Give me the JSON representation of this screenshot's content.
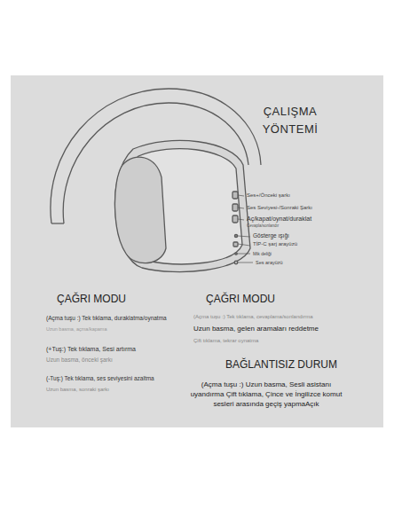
{
  "diagram": {
    "title": "ÇALIŞMA YÖNTEMİ",
    "labels": [
      "Ses+/Önceki şarkı",
      "Ses Seviyesi-/Sonraki Şarkı",
      "Aç/kapat/oynat/duraklat",
      "Cevapla/sonlandır",
      "Gösterge ışığı",
      "TİP-C şarj arayüzü",
      "Mik deliği",
      "Ses arayüzü",
      "ÇAĞRI MODU",
      "(Açma tuşu :) Tek tıklama, duraklatma/oynatma",
      "Uzun basma, açma/kapama",
      "(+Tuş:) Tek tıklama, Sesi artırma",
      "Uzun basma, önceki şarkı",
      "(-Tuş:) Tek tıklama, ses seviyesini azaltma",
      "Uzun basma, sonraki şarkı",
      "ÇAĞRI MODU",
      "(Açma tuşu :) Tek tıklama, cevaplama/sonlandırma",
      "Uzun basma, gelen aramaları reddetme",
      "Çift tıklama, tekrar oynatma",
      "BAĞLANTISIZ DURUM",
      "(Açma tuşu :) Uzun basma, Sesli asistanı uyandırma Çift tıklama, Çince ve İngilizce komut sesleri arasında geçiş yapmaAçık"
    ]
  }
}
